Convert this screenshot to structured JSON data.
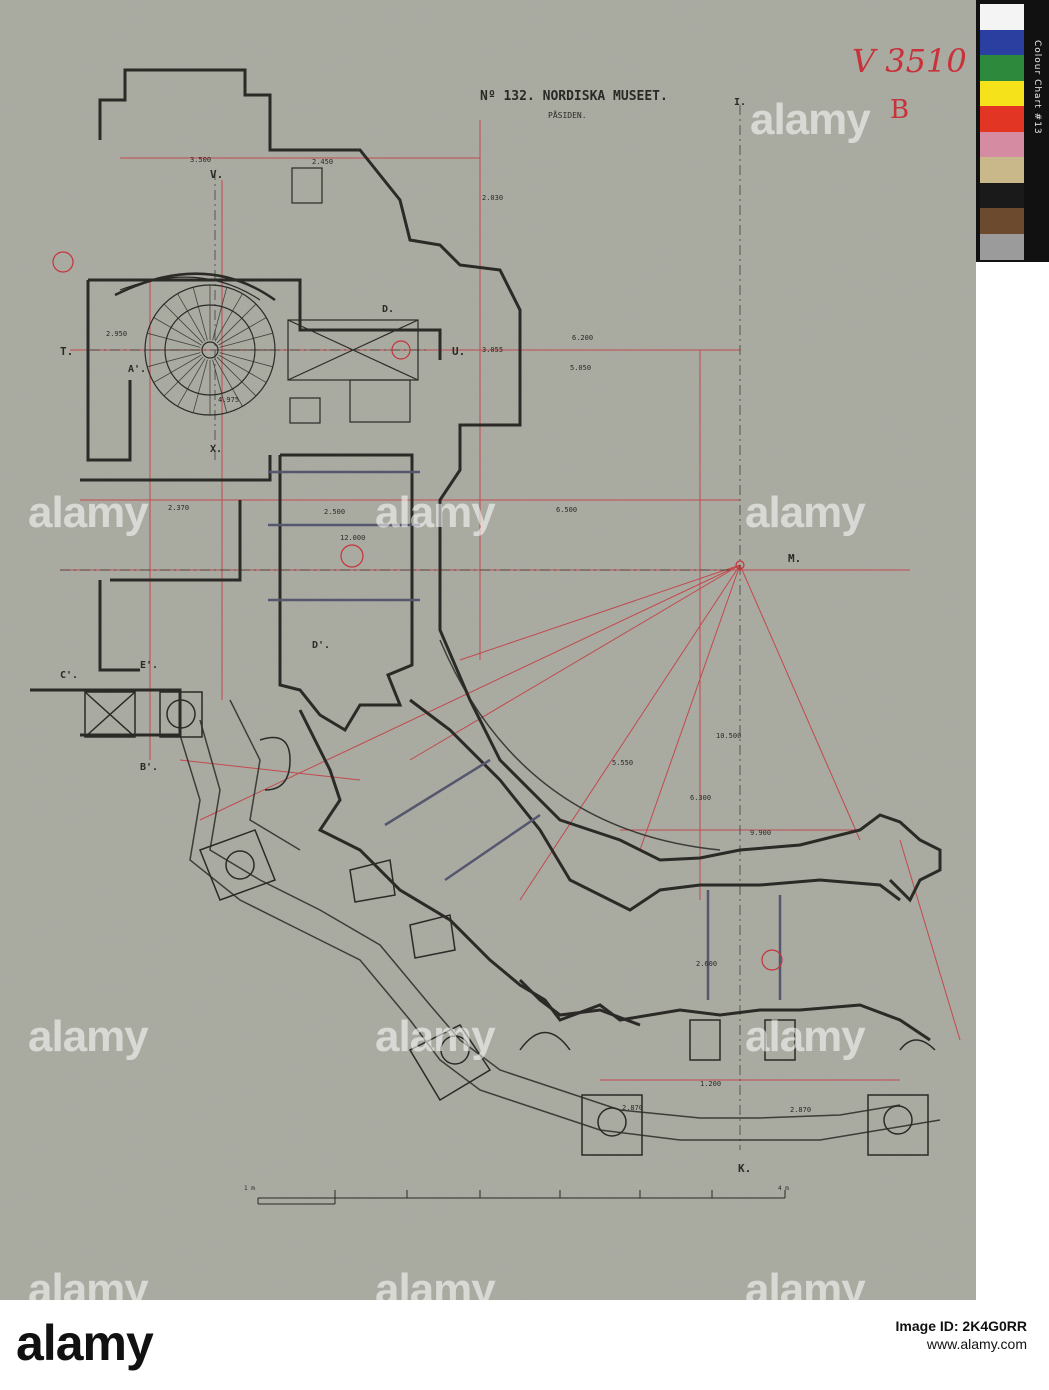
{
  "drawing": {
    "title": "Nº 132. NORDISKA MUSEET.",
    "subtitle": "PÅSIDEN.",
    "corner_note": "V 3510",
    "corner_letter": "B",
    "section_labels": {
      "t": "T.",
      "u": "U.",
      "v": "V.",
      "x": "X.",
      "m": "M.",
      "i": "I.",
      "k": "K.",
      "a1": "A'.",
      "b1": "B'.",
      "c1": "C'.",
      "d": "D.",
      "d1": "D'.",
      "e1": "E'."
    },
    "dimensions": {
      "d1": "3.500",
      "d2": "2.450",
      "d3": "2.030",
      "d4": "2.950",
      "d5": "6.200",
      "d6": "5.050",
      "d7": "3.055",
      "d8": "2.370",
      "d9": "2.500",
      "d10": "12.000",
      "d11": "6.500",
      "d12": "2.600",
      "d13": "5.550",
      "d14": "6.300",
      "d15": "9.900",
      "d16": "2.870",
      "d17": "10.500",
      "d18": "1.200",
      "d19": "4.975"
    },
    "scale_bar": {
      "label_start": "1 m",
      "label_end": "4 m"
    }
  },
  "color_chart": {
    "label": "Colour Chart #13",
    "swatches": [
      "#f4f4f4",
      "#2b3fa0",
      "#2d8a3c",
      "#f5e21b",
      "#e23524",
      "#d58ba2",
      "#c9b98a",
      "#1a1a1a",
      "#6b4a2e",
      "#9b9b9b"
    ]
  },
  "watermark": {
    "text": "alamy"
  },
  "footer": {
    "logo": "alamy",
    "image_id": "Image ID: 2K4G0RR",
    "url": "www.alamy.com"
  },
  "colors": {
    "paper": "#a9aaa1",
    "ink": "#2b2a27",
    "red": "#c8323a"
  }
}
